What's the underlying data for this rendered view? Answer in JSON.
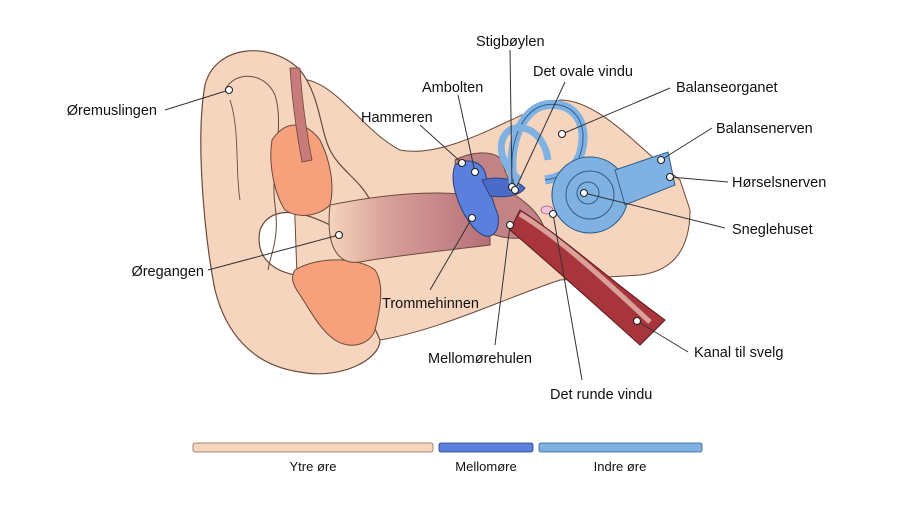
{
  "labels": {
    "auricle": "Øremuslingen",
    "ear_canal": "Øregangen",
    "hammer": "Hammeren",
    "anvil": "Ambolten",
    "stirrup": "Stigbøylen",
    "oval_window": "Det ovale vindu",
    "vestibular_organ": "Balanseorganet",
    "vestibular_nerve": "Balansenerven",
    "cochlear_nerve": "Hørselsnerven",
    "cochlea": "Sneglehuset",
    "eardrum": "Trommehinnen",
    "middle_ear_cavity": "Mellomørehulen",
    "round_window": "Det runde vindu",
    "eustachian_tube": "Kanal til svelg"
  },
  "legend": [
    {
      "label": "Ytre øre",
      "color": "#f5d5bd"
    },
    {
      "label": "Mellomøre",
      "color": "#5b7fdc"
    },
    {
      "label": "Indre øre",
      "color": "#7fb2e3"
    }
  ],
  "colors": {
    "outer_ear_skin": "#f5d5bd",
    "cartilage": "#f7a07c",
    "canal": "#c7878a",
    "middle_ear": "#5b7fdc",
    "inner_ear": "#7fb2e3",
    "tube": "#a8343c"
  }
}
